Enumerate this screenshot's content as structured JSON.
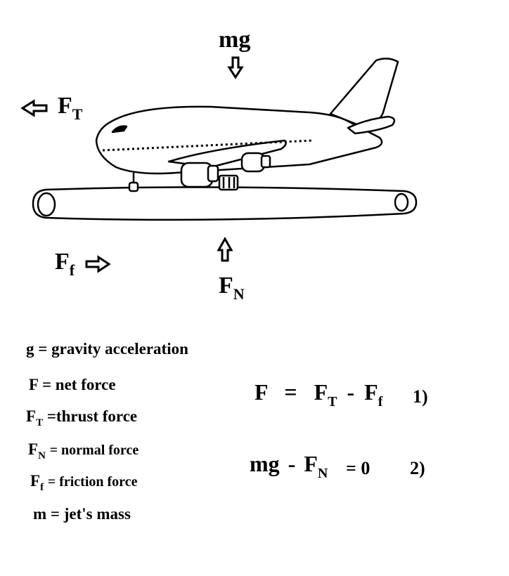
{
  "forces": {
    "weight": {
      "label": "mg"
    },
    "thrust": {
      "symbol": "F",
      "sub": "T"
    },
    "friction": {
      "symbol": "F",
      "sub": "f"
    },
    "normal": {
      "symbol": "F",
      "sub": "N"
    }
  },
  "legend": {
    "g": "g = gravity acceleration",
    "net": "F = net force",
    "thrust_sym": "F",
    "thrust_sub": "T",
    "thrust_text": " =thrust force",
    "normal_sym": "F",
    "normal_sub": "N",
    "normal_text": "= normal force",
    "friction_sym": "F",
    "friction_sub": "f",
    "friction_text": "= friction force",
    "mass": "m = jet's mass"
  },
  "equations": {
    "eq1": {
      "lhs": "F",
      "eq": "=",
      "t_sym": "F",
      "t_sub": "T",
      "minus": "-",
      "f_sym": "F",
      "f_sub": "f",
      "num": "1)"
    },
    "eq2": {
      "mg": "mg",
      "minus": "-",
      "n_sym": "F",
      "n_sub": "N",
      "rhs": "= 0",
      "num": "2)"
    }
  }
}
